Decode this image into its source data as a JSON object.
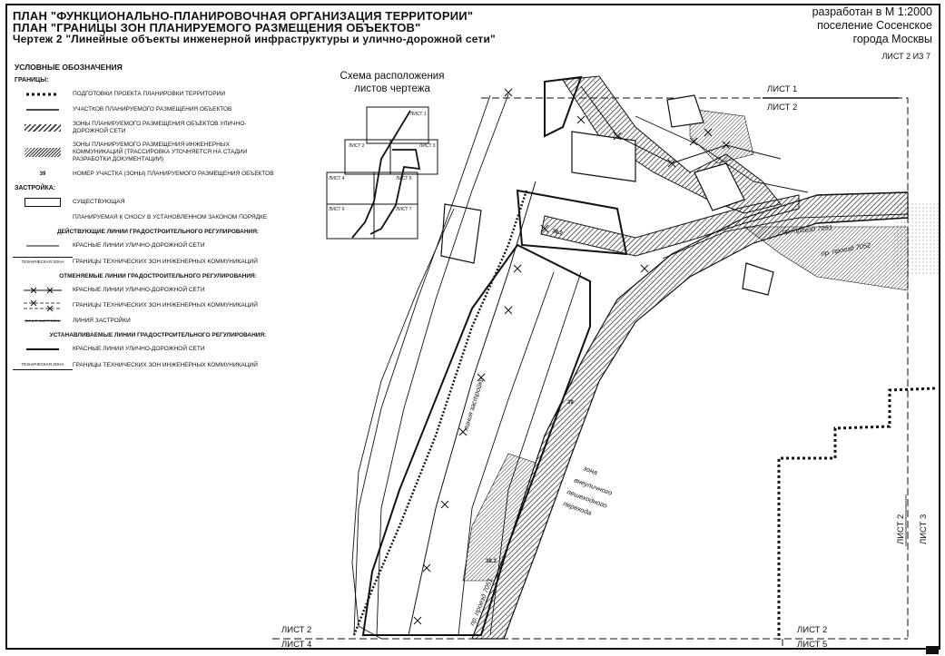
{
  "header": {
    "title_1": "ПЛАН \"ФУНКЦИОНАЛЬНО-ПЛАНИРОВОЧНАЯ ОРГАНИЗАЦИЯ ТЕРРИТОРИИ\"",
    "title_2": "ПЛАН \"ГРАНИЦЫ ЗОН ПЛАНИРУЕМОГО РАЗМЕЩЕНИЯ ОБЪЕКТОВ\"",
    "title_3": "Чертеж 2 \"Линейные объекты инженерной инфраструктуры и улично-дорожной сети\"",
    "scale": "разработан в М 1:2000",
    "settlement": "поселение Сосенское",
    "city": "города Москвы",
    "sheet_of": "ЛИСТ 2 ИЗ 7"
  },
  "legend": {
    "title": "УСЛОВНЫЕ ОБОЗНАЧЕНИЯ",
    "borders_title": "ГРАНИЦЫ:",
    "items": [
      "ПОДГОТОВКИ ПРОЕКТА ПЛАНИРОВКИ ТЕРРИТОРИИ",
      "УЧАСТКОВ ПЛАНИРУЕМОГО РАЗМЕЩЕНИЯ ОБЪЕКТОВ",
      "ЗОНЫ ПЛАНИРУЕМОГО РАЗМЕЩЕНИЯ ОБЪЕКТОВ УЛИЧНО-ДОРОЖНОЙ СЕТИ",
      "ЗОНЫ ПЛАНИРУЕМОГО РАЗМЕЩЕНИЯ ИНЖЕНЕРНЫХ КОММУНИКАЦИЙ (ТРАССИРОВКА УТОЧНЯЕТСЯ НА СТАДИИ РАЗРАБОТКИ ДОКУМЕНТАЦИИ)",
      "НОМЕР УЧАСТКА (ЗОНЫ) ПЛАНИРУЕМОГО РАЗМЕЩЕНИЯ ОБЪЕКТОВ"
    ],
    "number_symbol": "39",
    "building_title": "ЗАСТРОЙКА:",
    "building_items": [
      "СУЩЕСТВУЮЩАЯ",
      "ПЛАНИРУЕМАЯ К СНОСУ В УСТАНОВЛЕННОМ ЗАКОНОМ ПОРЯДКЕ"
    ],
    "current_title": "ДЕЙСТВУЮЩИЕ ЛИНИИ ГРАДОСТРОИТЕЛЬНОГО РЕГУЛИРОВАНИЯ:",
    "current_items": [
      "КРАСНЫЕ ЛИНИИ УЛИЧНО-ДОРОЖНОЙ СЕТИ",
      "ГРАНИЦЫ ТЕХНИЧЕСКИХ ЗОН ИНЖЕНЕРНЫХ КОММУНИКАЦИЙ"
    ],
    "tech_zone_symbol": "ТЕХНИЧЕСКАЯ ЗОНА",
    "cancel_title": "ОТМЕНЯЕМЫЕ ЛИНИИ ГРАДОСТРОИТЕЛЬНОГО РЕГУЛИРОВАНИЯ:",
    "cancel_items": [
      "КРАСНЫЕ ЛИНИИ УЛИЧНО-ДОРОЖНОЙ СЕТИ",
      "ГРАНИЦЫ ТЕХНИЧЕСКИХ ЗОН ИНЖЕНЕРНЫХ КОММУНИКАЦИЙ",
      "ЛИНИЯ ЗАСТРОЙКИ"
    ],
    "building_line_symbol": "ЛИНИЯ ЗАСТРОЙКИ",
    "set_title": "УСТАНАВЛИВАЕМЫЕ ЛИНИИ ГРАДОСТРОИТЕЛЬНОГО РЕГУЛИРОВАНИЯ:",
    "set_items": [
      "КРАСНЫЕ ЛИНИИ УЛИЧНО-ДОРОЖНОЙ СЕТИ",
      "ГРАНИЦЫ ТЕХНИЧЕСКИХ ЗОН ИНЖЕНЕРНЫХ КОММУНИКАЦИЙ"
    ]
  },
  "scheme": {
    "title_1": "Схема расположения",
    "title_2": "листов чертежа",
    "cells": [
      "ЛИСТ 1",
      "ЛИСТ 2",
      "ЛИСТ 3",
      "ЛИСТ 4",
      "ЛИСТ 5",
      "ЛИСТ 6",
      "ЛИСТ 7"
    ]
  },
  "map": {
    "sheet_1_top": "ЛИСТ 1",
    "sheet_2_top": "ЛИСТ 2",
    "sheet_2_bottom_left": "ЛИСТ 2",
    "sheet_4_bottom": "ЛИСТ 4",
    "sheet_2_bottom_right": "ЛИСТ 2",
    "sheet_5_bottom": "ЛИСТ 5",
    "sheet_2_right": "ЛИСТ 2",
    "sheet_3_right": "ЛИСТ 3",
    "zone_label_1": "зона",
    "zone_label_2": "внеуличного",
    "zone_label_3": "пешеходного",
    "zone_label_4": "перехода",
    "building_line_label": "линия застройки",
    "road_label_1": "пр. проезд 7051",
    "road_label_2": "пр. проезд 7052",
    "road_label_3": "пр. проезд 7051",
    "plot_number_1": "39",
    "plot_number_2": "38.3",
    "plot_number_3": "38.2"
  },
  "colors": {
    "ink": "#111111",
    "paper": "#ffffff"
  }
}
